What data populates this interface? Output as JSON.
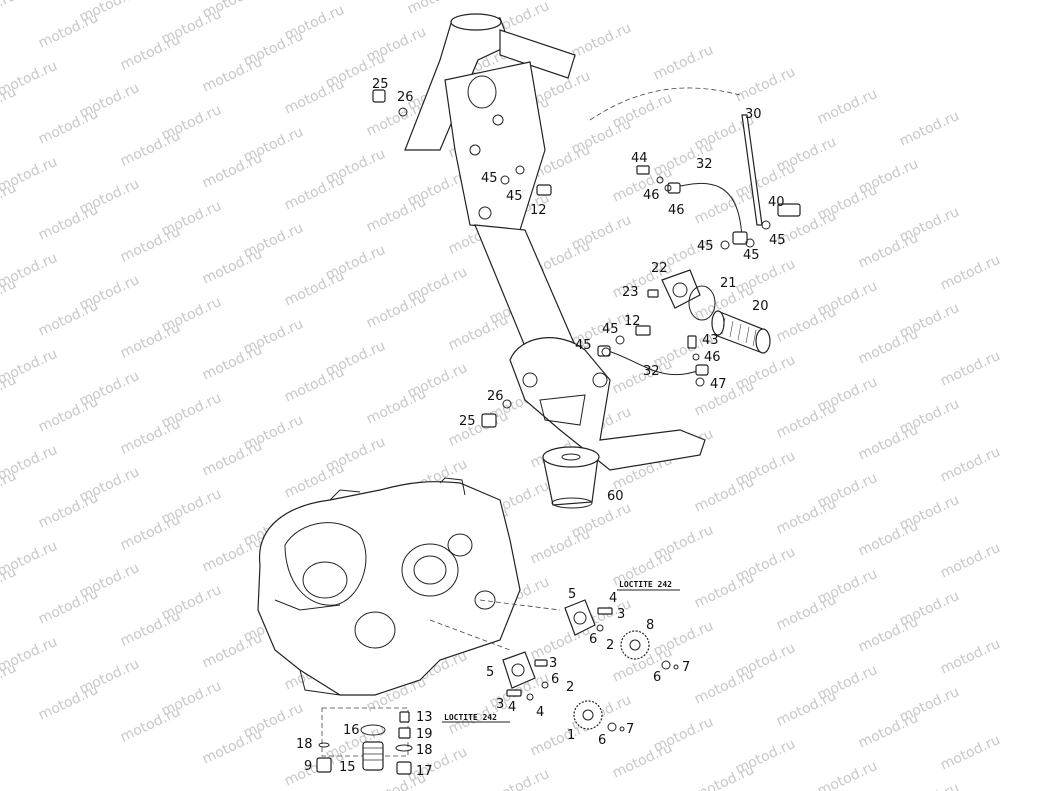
{
  "watermark": "motod.ru",
  "callouts": [
    {
      "id": "c25a",
      "text": "25"
    },
    {
      "id": "c26a",
      "text": "26"
    },
    {
      "id": "c30",
      "text": "30"
    },
    {
      "id": "c44",
      "text": "44"
    },
    {
      "id": "c32a",
      "text": "32"
    },
    {
      "id": "c46a",
      "text": "46"
    },
    {
      "id": "c46b",
      "text": "46"
    },
    {
      "id": "c45a",
      "text": "45"
    },
    {
      "id": "c45b",
      "text": "45"
    },
    {
      "id": "c12a",
      "text": "12"
    },
    {
      "id": "c40",
      "text": "40"
    },
    {
      "id": "c45c",
      "text": "45"
    },
    {
      "id": "c45d",
      "text": "45"
    },
    {
      "id": "c45e",
      "text": "45"
    },
    {
      "id": "c22",
      "text": "22"
    },
    {
      "id": "c21",
      "text": "21"
    },
    {
      "id": "c23",
      "text": "23"
    },
    {
      "id": "c20",
      "text": "20"
    },
    {
      "id": "c45f",
      "text": "45"
    },
    {
      "id": "c12b",
      "text": "12"
    },
    {
      "id": "c45g",
      "text": "45"
    },
    {
      "id": "c43",
      "text": "43"
    },
    {
      "id": "c46c",
      "text": "46"
    },
    {
      "id": "c32b",
      "text": "32"
    },
    {
      "id": "c47",
      "text": "47"
    },
    {
      "id": "c26b",
      "text": "26"
    },
    {
      "id": "c25b",
      "text": "25"
    },
    {
      "id": "c60",
      "text": "60"
    },
    {
      "id": "c5a",
      "text": "5"
    },
    {
      "id": "c4a",
      "text": "4"
    },
    {
      "id": "c3a",
      "text": "3"
    },
    {
      "id": "c6a",
      "text": "6"
    },
    {
      "id": "c2a",
      "text": "2"
    },
    {
      "id": "c8",
      "text": "8"
    },
    {
      "id": "c6b",
      "text": "6"
    },
    {
      "id": "c7a",
      "text": "7"
    },
    {
      "id": "c5b",
      "text": "5"
    },
    {
      "id": "c3b",
      "text": "3"
    },
    {
      "id": "c6c",
      "text": "6"
    },
    {
      "id": "c2b",
      "text": "2"
    },
    {
      "id": "c3c",
      "text": "3"
    },
    {
      "id": "c4b",
      "text": "4"
    },
    {
      "id": "c4c",
      "text": "4"
    },
    {
      "id": "c1",
      "text": "1"
    },
    {
      "id": "c6d",
      "text": "6"
    },
    {
      "id": "c7b",
      "text": "7"
    },
    {
      "id": "c13",
      "text": "13"
    },
    {
      "id": "c16",
      "text": "16"
    },
    {
      "id": "c19",
      "text": "19"
    },
    {
      "id": "c18a",
      "text": "18"
    },
    {
      "id": "c18b",
      "text": "18"
    },
    {
      "id": "c9",
      "text": "9"
    },
    {
      "id": "c15",
      "text": "15"
    },
    {
      "id": "c17",
      "text": "17"
    }
  ],
  "loctite": [
    {
      "id": "l1",
      "text": "LOCTITE 242"
    },
    {
      "id": "l2",
      "text": "LOCTITE 242"
    }
  ]
}
